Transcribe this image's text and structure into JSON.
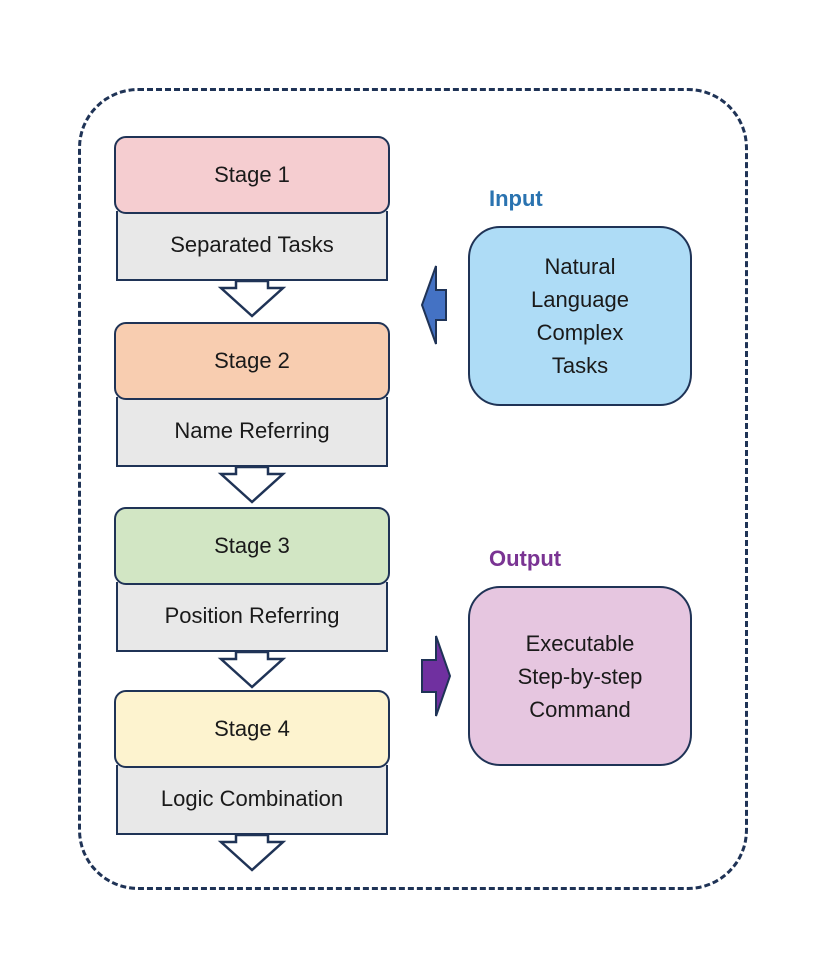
{
  "stages": [
    {
      "stage": "Stage 1",
      "task": "Separated Tasks",
      "color": "#f5cdd0"
    },
    {
      "stage": "Stage 2",
      "task": "Name Referring",
      "color": "#f8cdb0"
    },
    {
      "stage": "Stage 3",
      "task": "Position Referring",
      "color": "#d2e6c4"
    },
    {
      "stage": "Stage 4",
      "task": "Logic Combination",
      "color": "#fdf3cf"
    }
  ],
  "input": {
    "title": "Input",
    "text": "Natural\nLanguage\nComplex\nTasks",
    "title_color": "#2a73b0",
    "box_color": "#aedcf6",
    "arrow_color": "#4472c4"
  },
  "output": {
    "title": "Output",
    "text": "Executable\nStep-by-step\nCommand",
    "title_color": "#7a3493",
    "box_color": "#e6c6e0",
    "arrow_color": "#7030a0"
  }
}
